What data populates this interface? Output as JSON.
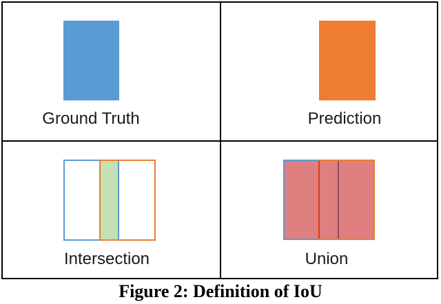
{
  "figure": {
    "caption": "Figure 2: Definition of IoU",
    "panels": {
      "ground_truth": {
        "label": "Ground Truth"
      },
      "prediction": {
        "label": "Prediction"
      },
      "intersection": {
        "label": "Intersection"
      },
      "union": {
        "label": "Union"
      }
    },
    "colors": {
      "ground_truth_blue": "#5B9BD5",
      "prediction_orange": "#ED7D31",
      "intersection_green": "#C5E0B4",
      "union_red_overlay": "rgba(192,0,0,0.5)",
      "frame_black": "#000000"
    }
  }
}
